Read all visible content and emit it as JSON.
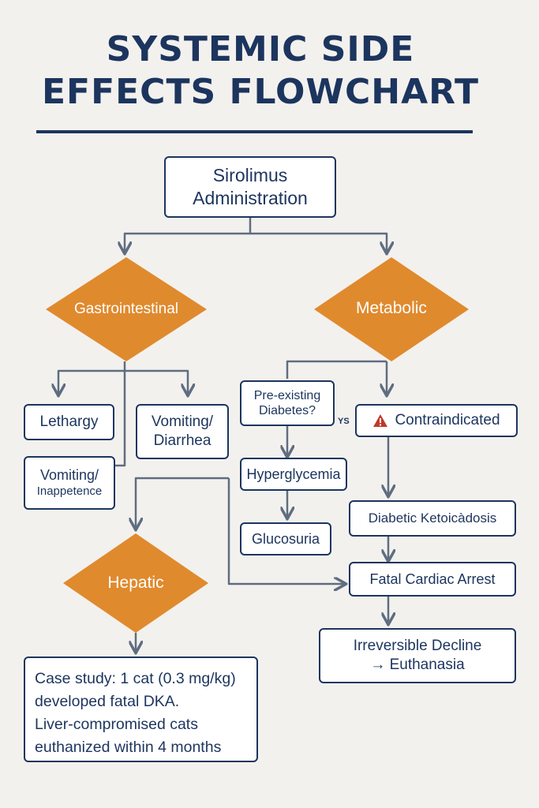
{
  "title": {
    "line1": "SYSTEMIC SIDE",
    "line2": "EFFECTS FLOWCHART"
  },
  "root": {
    "line1": "Sirolimus",
    "line2": "Administration"
  },
  "categories": {
    "gastrointestinal": "Gastrointestinal",
    "metabolic": "Metabolic",
    "hepatic": "Hepatic"
  },
  "gi_effects": {
    "lethargy": "Lethargy",
    "vomiting_diarrhea": {
      "line1": "Vomiting/",
      "line2": "Diarrhea"
    },
    "vomiting_inappetence": {
      "line1": "Vomiting/",
      "line2": "Inappetence"
    }
  },
  "metabolic_effects": {
    "preexisting": {
      "line1": "Pre-existing",
      "line2": "Diabetes?"
    },
    "yes_label": "YS",
    "contraindicated": "Contraindicated",
    "hyperglycemia": "Hyperglycemia",
    "glucosuria": "Glucosuria",
    "dka": "Diabetic Ketoicàdosis",
    "cardiac_arrest": "Fatal Cardiac Arrest",
    "decline": {
      "line1": "Irreversible Decline",
      "line2": "→ Euthanasia"
    }
  },
  "case_study": {
    "lines": [
      "Case study: 1 cat (0.3 mg/kg)",
      "developed fatal DKA.",
      "Liver-compromised cats",
      "euthanized within 4 months"
    ]
  },
  "colors": {
    "navy": "#1c355e",
    "orange": "#e08a2e",
    "connector": "#5f6d80",
    "background": "#f3f1ee",
    "warning": "#c0392b"
  },
  "icons": {
    "warning": "warning-icon"
  }
}
